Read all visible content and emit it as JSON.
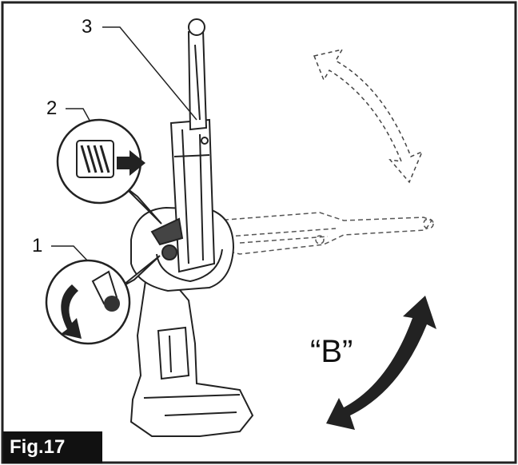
{
  "figure": {
    "label": "Fig.17",
    "direction_label": "“B”"
  },
  "callouts": [
    {
      "number": "1",
      "part": "lever-knob"
    },
    {
      "number": "2",
      "part": "release-button"
    },
    {
      "number": "3",
      "part": "side-handle-bar"
    }
  ],
  "colors": {
    "line": "#222222",
    "background": "#ffffff",
    "label_bg": "#111111",
    "label_fg": "#ffffff"
  }
}
